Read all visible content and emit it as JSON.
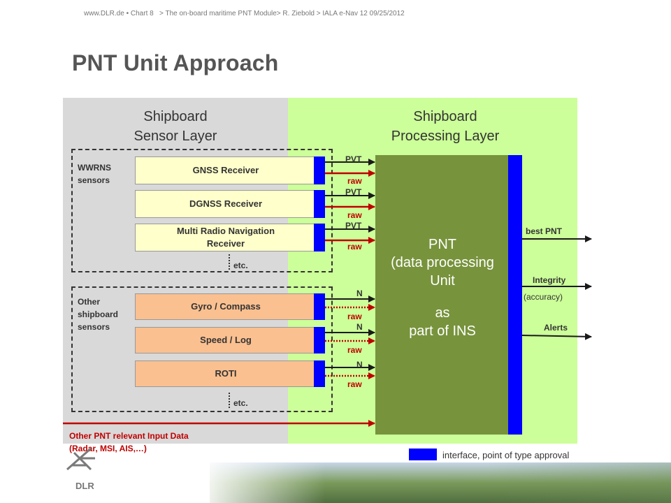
{
  "header": {
    "url": "www.DLR.de",
    "separator": "•",
    "chart": "Chart 8",
    "breadcrumb": "> The on-board maritime PNT Module> R. Ziebold > IALA e-Nav 12 09/25/2012"
  },
  "title": "PNT Unit Approach",
  "sensor_layer": {
    "title_line1": "Shipboard",
    "title_line2": "Sensor Layer"
  },
  "processing_layer": {
    "title_line1": "Shipboard",
    "title_line2": "Processing Layer"
  },
  "wwrns_group": {
    "label_line1": "WWRNS",
    "label_line2": "sensors",
    "sensors": [
      {
        "line1": "GNSS Receiver",
        "line2": ""
      },
      {
        "line1": "DGNSS Receiver",
        "line2": ""
      },
      {
        "line1": "Multi Radio Navigation",
        "line2": "Receiver"
      }
    ],
    "etc": "etc."
  },
  "other_group": {
    "label_line1": "Other",
    "label_line2": "shipboard",
    "label_line3": "sensors",
    "sensors": [
      {
        "line1": "Gyro / Compass"
      },
      {
        "line1": "Speed / Log"
      },
      {
        "line1": "ROTI"
      }
    ],
    "etc": "etc."
  },
  "signals": {
    "pvt": "PVT",
    "raw": "raw",
    "n": "N"
  },
  "pnt_unit": {
    "line1": "PNT",
    "line2": "(data processing",
    "line3": "Unit",
    "line4": "as",
    "line5": "part of INS"
  },
  "outputs": {
    "best_pnt": "best PNT",
    "integrity": "Integrity",
    "accuracy": "(accuracy)",
    "alerts": "Alerts"
  },
  "other_input": {
    "line1": "Other PNT relevant Input Data",
    "line2": "(Radar, MSI, AIS,…)"
  },
  "legend": {
    "text": "interface, point of type approval"
  },
  "logo": {
    "text": "DLR"
  },
  "colors": {
    "interface_blue": "#0000ff",
    "raw_red": "#c00000",
    "pnt_green": "#77933c",
    "wwrns_yellow": "#ffffcc",
    "other_orange": "#fac090"
  }
}
